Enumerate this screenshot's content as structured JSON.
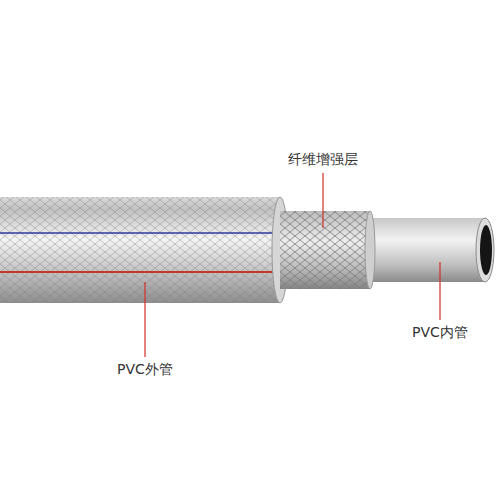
{
  "diagram": {
    "labels": [
      "纤维增强层",
      "PVC外管",
      "PVC内管"
    ]
  }
}
